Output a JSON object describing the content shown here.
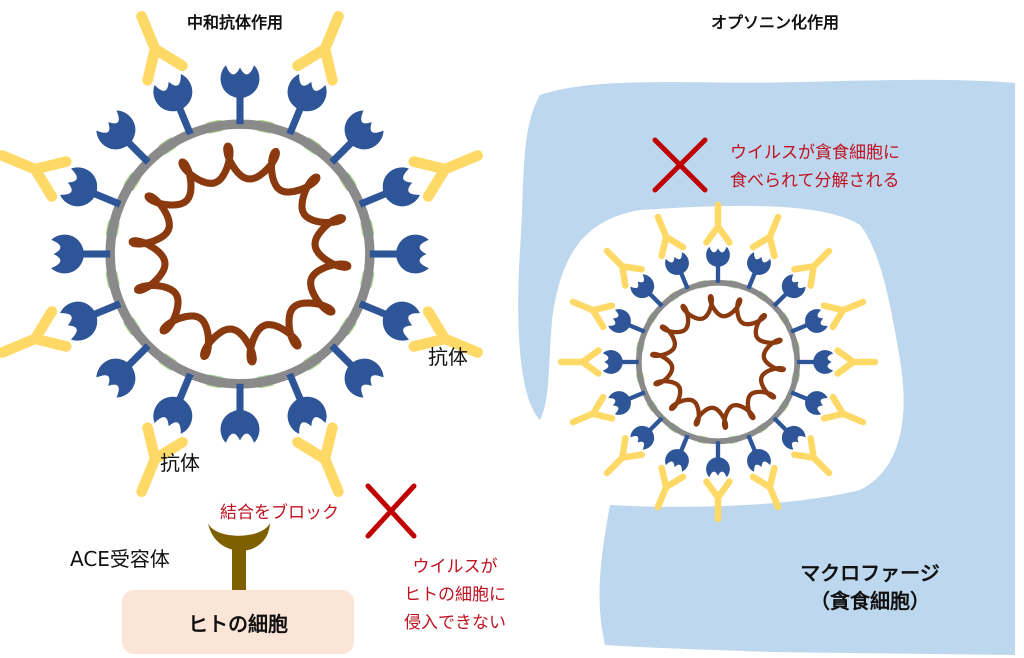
{
  "left": {
    "title": "中和抗体作用",
    "antibody_label_1": "抗体",
    "antibody_label_2": "抗体",
    "block_label": "結合をブロック",
    "receptor_label": "ACE受容体",
    "cell_label": "ヒトの細胞",
    "note_lines": [
      "ウイルスが",
      "ヒトの細胞に",
      "侵入できない"
    ]
  },
  "right": {
    "title": "オプソニン化作用",
    "note_lines": [
      "ウイルスが貪食細胞に",
      "食べられて分解される"
    ],
    "macrophage_lines": [
      "マクロファージ",
      "（貪食細胞）"
    ]
  },
  "colors": {
    "envelope": "#8a8a8a",
    "rna": "#8b3a0f",
    "spike": "#2e5597",
    "membrane_protein": "#a9d18e",
    "antibody": "#ffd966",
    "macrophage": "#bdd7ee",
    "receptor": "#7f6000",
    "human_cell": "#fbe5d6",
    "cross": "#c00000",
    "note_text": "#c0111f"
  }
}
